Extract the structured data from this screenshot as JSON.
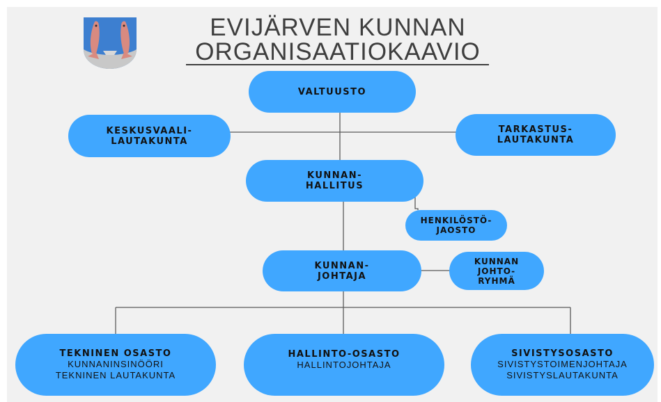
{
  "title": {
    "line1": "EVIJÄRVEN KUNNAN",
    "line2": "ORGANISAATIOKAAVIO"
  },
  "logo": {
    "name": "evijarvi-coat-of-arms",
    "colors": {
      "field": "#3d7fd0",
      "base": "#c8c8c8",
      "fish": "#d98a80"
    }
  },
  "colors": {
    "node": "#40a7ff",
    "line": "#5a5a5a",
    "text": "#111111",
    "background": "#f1f1f1"
  },
  "nodes": {
    "valtuusto": {
      "line1": "VALTUUSTO"
    },
    "keskusvaalilautakunta": {
      "line1": "KESKUSVAALI-",
      "line2": "LAUTAKUNTA"
    },
    "tarkastuslautakunta": {
      "line1": "TARKASTUS-",
      "line2": "LAUTAKUNTA"
    },
    "kunnanhallitus": {
      "line1": "KUNNAN-",
      "line2": "HALLITUS"
    },
    "henkilostojaosto": {
      "line1": "HENKILÖSTÖ-",
      "line2": "JAOSTO"
    },
    "kunnanjohtaja": {
      "line1": "KUNNAN-",
      "line2": "JOHTAJA"
    },
    "johtoryhma": {
      "line1": "KUNNAN",
      "line2": "JOHTO-",
      "line3": "RYHMÄ"
    },
    "tekninen": {
      "title": "TEKNINEN OSASTO",
      "sub1": "KUNNANINSINÖÖRI",
      "sub2": "TEKNINEN LAUTAKUNTA"
    },
    "hallinto": {
      "title": "HALLINTO-OSASTO",
      "sub1": "HALLINTOJOHTAJA"
    },
    "sivistys": {
      "title": "SIVISTYSOSASTO",
      "sub1": "SIVISTYSTOIMENJOHTAJA",
      "sub2": "SIVISTYSLAUTAKUNTA"
    }
  }
}
